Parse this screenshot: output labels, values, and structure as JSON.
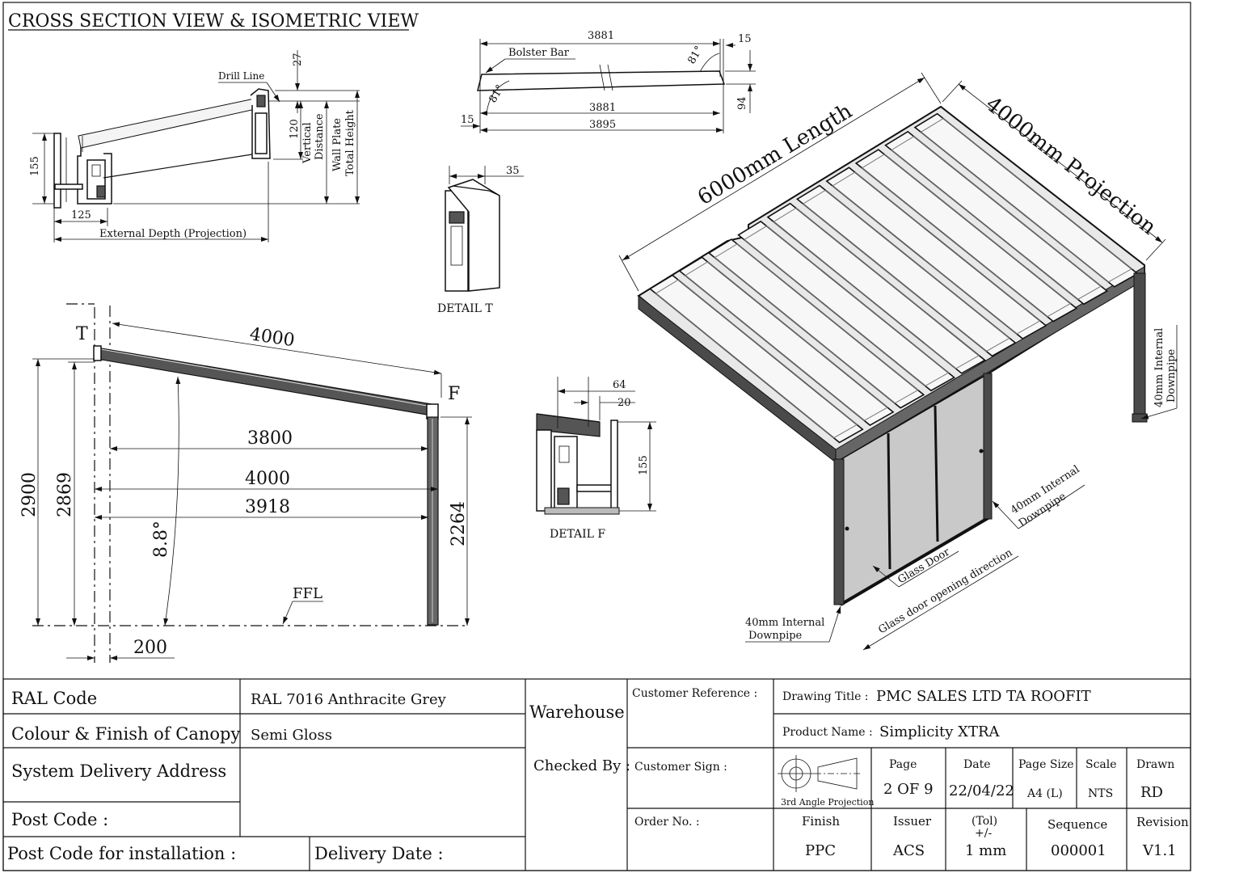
{
  "drawing": {
    "heading": "CROSS SECTION VIEW & ISOMETRIC VIEW",
    "section": {
      "drill_line": "Drill Line",
      "dim_27": "27",
      "dim_120": "120",
      "vertical_distance_1": "Vertical",
      "vertical_distance_2": "Distance",
      "wall_plate_1": "Wall Plate",
      "wall_plate_2": "Total Height",
      "dim_155": "155",
      "dim_125": "125",
      "external_depth": "External Depth (Projection)"
    },
    "bolster": {
      "label": "Bolster Bar",
      "dim_top": "3881",
      "dim_15_right": "15",
      "angle_right": "81°",
      "angle_left": "81°",
      "dim_mid": "3881",
      "dim_bottom": "3895",
      "dim_15_left": "15",
      "dim_94": "94"
    },
    "detail_t": {
      "dim": "35",
      "label": "DETAIL T"
    },
    "detail_f": {
      "dim_64": "64",
      "dim_20": "20",
      "dim_155": "155",
      "label": "DETAIL F"
    },
    "elevation": {
      "marker_t": "T",
      "marker_f": "F",
      "dim_rafter": "4000",
      "dim_3800": "3800",
      "dim_4000": "4000",
      "dim_3918": "3918",
      "dim_2900": "2900",
      "dim_2869": "2869",
      "dim_2264": "2264",
      "angle": "8.8°",
      "ffl": "FFL",
      "dim_200": "200"
    },
    "iso": {
      "length": "6000mm Length",
      "projection": "4000mm Projection",
      "downpipe_right_1": "40mm Internal",
      "downpipe_right_2": "Downpipe",
      "downpipe_mid_1": "40mm Internal",
      "downpipe_mid_2": "Downpipe",
      "downpipe_left_1": "40mm Internal",
      "downpipe_left_2": "Downpipe",
      "glass_door": "Glass Door",
      "door_direction": "Glass door opening direction"
    }
  },
  "title_block": {
    "ral_label": "RAL Code",
    "ral_value": "RAL 7016 Anthracite Grey",
    "colour_label": "Colour & Finish of Canopy",
    "colour_value": "Semi Gloss",
    "delivery_label": "System Delivery Address",
    "postcode_label": "Post Code :",
    "install_postcode_label": "Post Code for installation :",
    "delivery_date_label": "Delivery Date :",
    "warehouse_label": "Warehouse",
    "checked_by_label": "Checked By :",
    "customer_ref_label": "Customer Reference :",
    "customer_sign_label": "Customer Sign :",
    "order_no_label": "Order No. :",
    "drawing_title_label": "Drawing Title :",
    "drawing_title_value": "PMC SALES LTD TA ROOFIT",
    "product_name_label": "Product Name :",
    "product_name_value": "Simplicity XTRA",
    "projection_symbol_label": "3rd Angle Projection",
    "page_label": "Page",
    "page_value": "2 OF 9",
    "date_label": "Date",
    "date_value": "22/04/22",
    "page_size_label": "Page Size",
    "page_size_value": "A4 (L)",
    "scale_label": "Scale",
    "scale_value": "NTS",
    "drawn_label": "Drawn",
    "drawn_value": "RD",
    "finish_label": "Finish",
    "finish_value": "PPC",
    "issuer_label": "Issuer",
    "issuer_value": "ACS",
    "tol_label_1": "(Tol)",
    "tol_label_2": "+/-",
    "tol_value": "1 mm",
    "sequence_label": "Sequence",
    "sequence_value": "000001",
    "revision_label": "Revision",
    "revision_value": "V1.1"
  }
}
